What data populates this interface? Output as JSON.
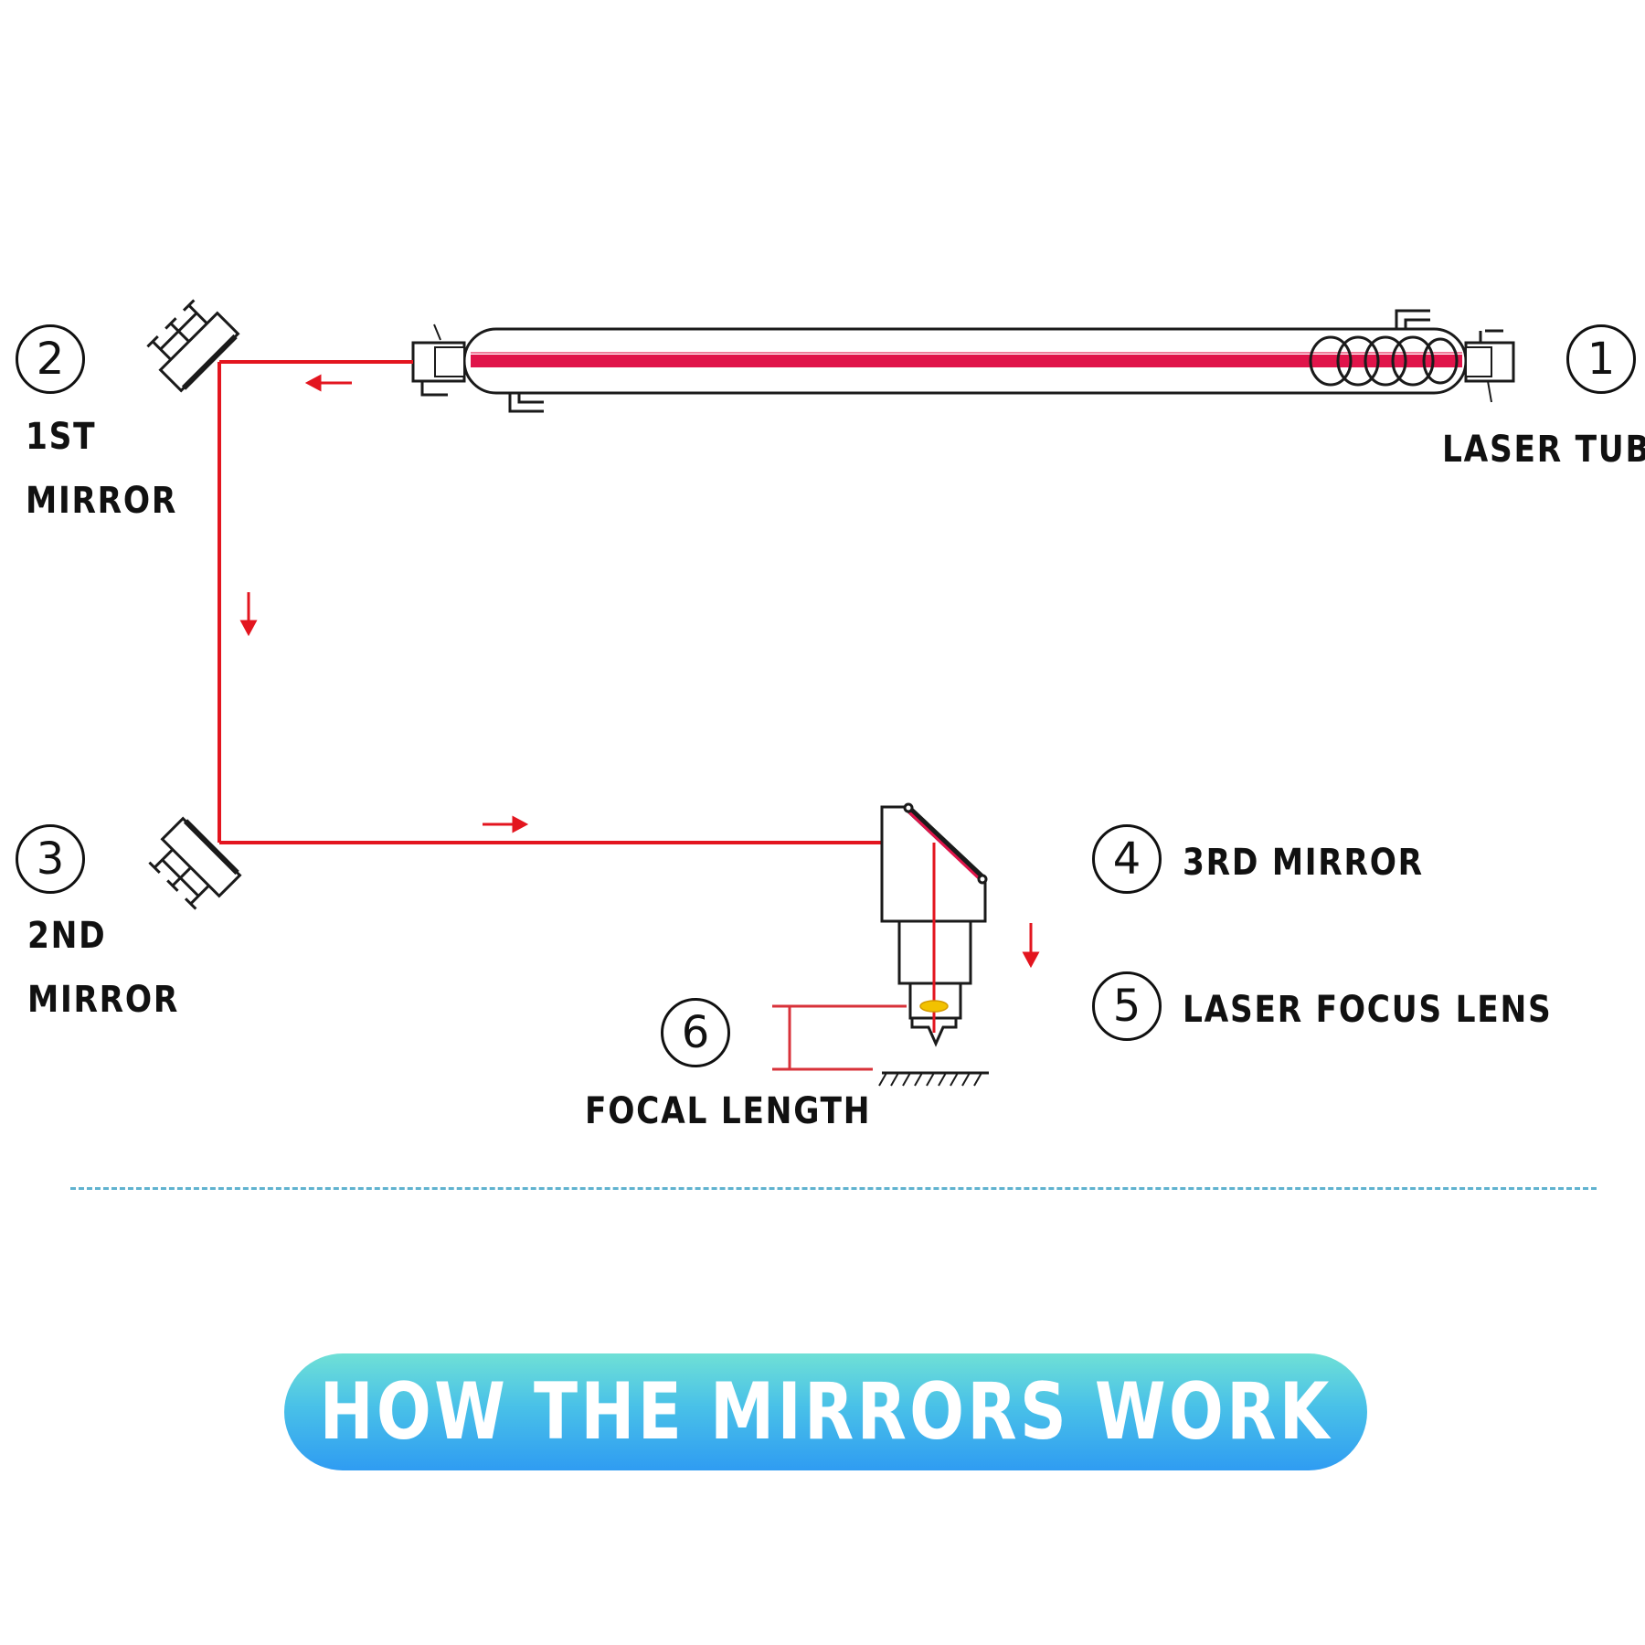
{
  "title": "HOW THE MIRRORS WORK",
  "colors": {
    "beam": "#e3151f",
    "tube_core": "#e0144a",
    "banner_top": "#6fe0d6",
    "banner_bottom": "#2f9cf2",
    "divider": "#5fb2cf",
    "lens": "#f2c200"
  },
  "callouts": [
    {
      "number": "1",
      "lines": [
        "LASER TUBE"
      ]
    },
    {
      "number": "2",
      "lines": [
        "1ST",
        "MIRROR"
      ]
    },
    {
      "number": "3",
      "lines": [
        "2ND",
        "MIRROR"
      ]
    },
    {
      "number": "4",
      "lines": [
        "3RD MIRROR"
      ]
    },
    {
      "number": "5",
      "lines": [
        "LASER FOCUS LENS"
      ]
    },
    {
      "number": "6",
      "lines": [
        "FOCAL LENGTH"
      ]
    }
  ]
}
